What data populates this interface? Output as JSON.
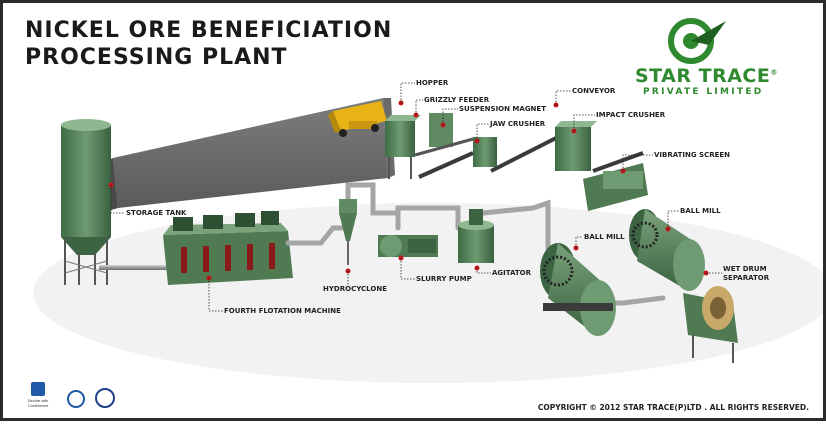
{
  "title": {
    "line1": "NICKEL ORE BENEFICIATION",
    "line2": "PROCESSING PLANT"
  },
  "brand": {
    "name": "STAR TRACE",
    "subtitle": "PRIVATE LIMITED",
    "trademark": "®",
    "color": "#2f8a2f"
  },
  "labels": {
    "hopper": "HOPPER",
    "grizzly_feeder": "GRIZZLY FEEDER",
    "suspension_magnet": "SUSPENSION MAGNET",
    "jaw_crusher": "JAW CRUSHER",
    "conveyor": "CONVEYOR",
    "impact_crusher": "IMPACT CRUSHER",
    "vibrating_screen": "VIBRATING SCREEN",
    "storage_tank": "STORAGE TANK",
    "ball_mill_1": "BALL MILL",
    "ball_mill_2": "BALL MILL",
    "wet_drum_separator_1": "WET DRUM",
    "wet_drum_separator_2": "SEPARATOR",
    "hydrocyclone": "HYDROCYCLONE",
    "agitator": "AGITATOR",
    "slurry_pump": "SLURRY PUMP",
    "fourth_flotation_machine": "FOURTH FLOTATION MACHINE"
  },
  "certifications": {
    "dnb_caption": "Decide with Confidence"
  },
  "copyright": "COPYRIGHT © 2012 STAR TRACE(P)LTD . ALL RIGHTS RESERVED.",
  "colors": {
    "machine_green": "#4f7a52",
    "marker_red": "#c0161b",
    "truck_yellow": "#e8b415"
  }
}
